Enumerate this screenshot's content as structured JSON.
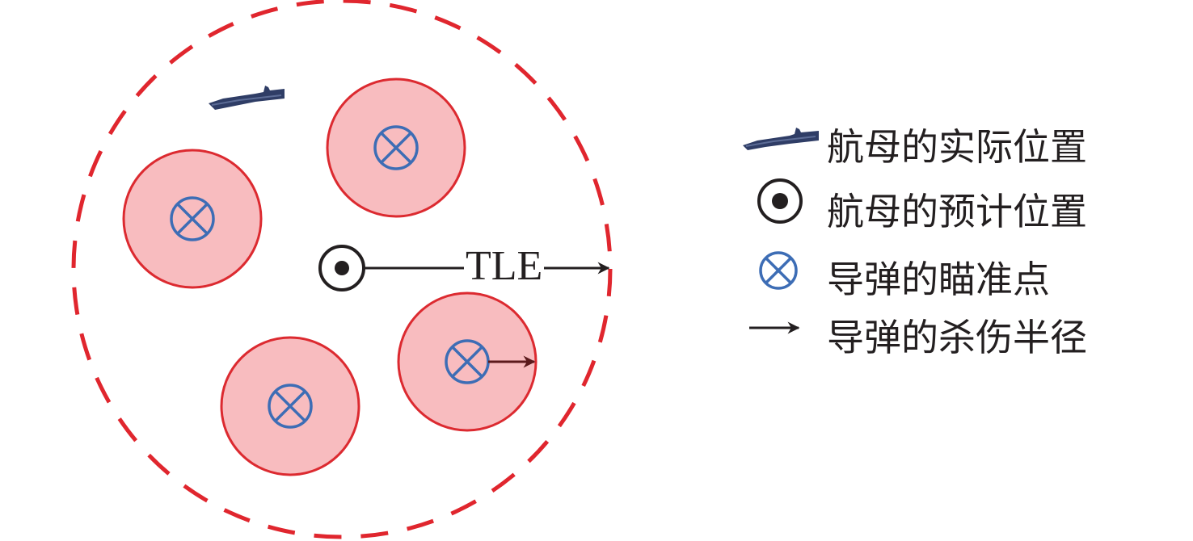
{
  "diagram": {
    "tle_label": "TLE",
    "colors": {
      "dashed_circle": "#e0262e",
      "kill_fill": "#f8bcbf",
      "kill_stroke": "#dc2a30",
      "aim_marker": "#3d6db5",
      "black": "#231f20",
      "kill_arrow": "#5b1a1c",
      "ship": "#2f3d66"
    },
    "aim_points_count": 4
  },
  "legend": {
    "items": [
      {
        "icon": "aircraft-carrier-icon",
        "label": "航母的实际位置"
      },
      {
        "icon": "circled-dot-icon",
        "label": "航母的预计位置"
      },
      {
        "icon": "circled-cross-icon",
        "label": "导弹的瞄准点"
      },
      {
        "icon": "arrow-right-icon",
        "label": "导弹的杀伤半径"
      }
    ]
  }
}
